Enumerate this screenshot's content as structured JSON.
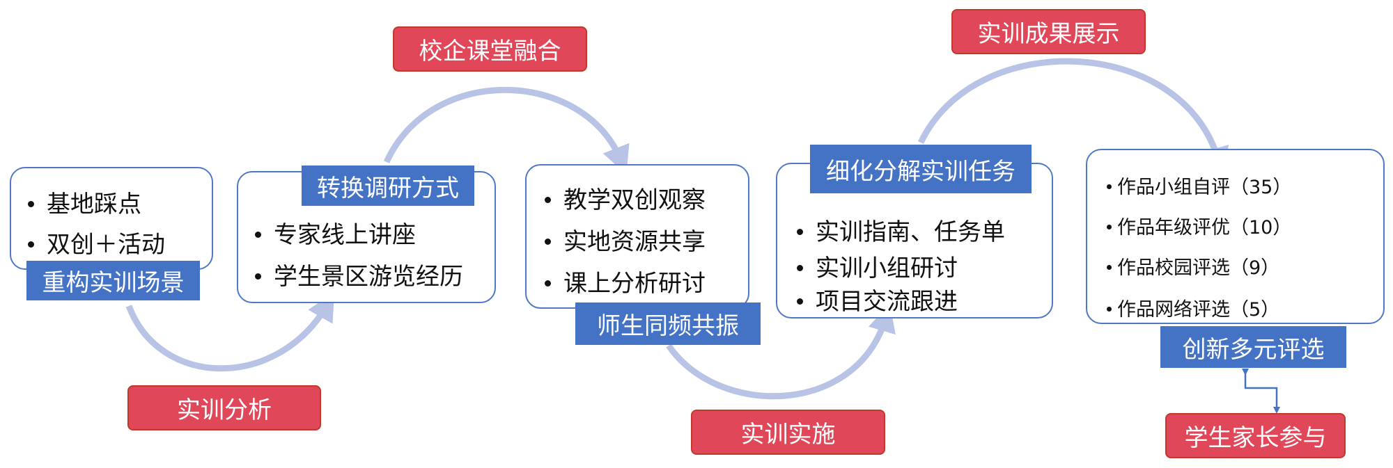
{
  "colors": {
    "box_border": "#4f78c6",
    "tag_fill": "#4472c4",
    "pill_fill": "#e0485a",
    "arc": "#b8c3e6"
  },
  "stages": [
    {
      "tag": "重构实训场景",
      "items": [
        "基地踩点",
        "双创＋活动"
      ]
    },
    {
      "tag": "转换调研方式",
      "items": [
        "专家线上讲座",
        "学生景区游览经历"
      ]
    },
    {
      "tag": "师生同频共振",
      "items": [
        "教学双创观察",
        "实地资源共享",
        "课上分析研讨"
      ]
    },
    {
      "tag": "细化分解实训任务",
      "items": [
        "实训指南、任务单",
        "实训小组研讨",
        "项目交流跟进"
      ]
    },
    {
      "tag": "创新多元评选",
      "items": [
        "作品小组自评（35）",
        "作品年级评优（10）",
        "作品校园评选（9）",
        "作品网络评选（5）"
      ]
    }
  ],
  "phases": [
    "实训分析",
    "校企课堂融合",
    "实训实施",
    "实训成果展示"
  ],
  "participant": "学生家长参与"
}
